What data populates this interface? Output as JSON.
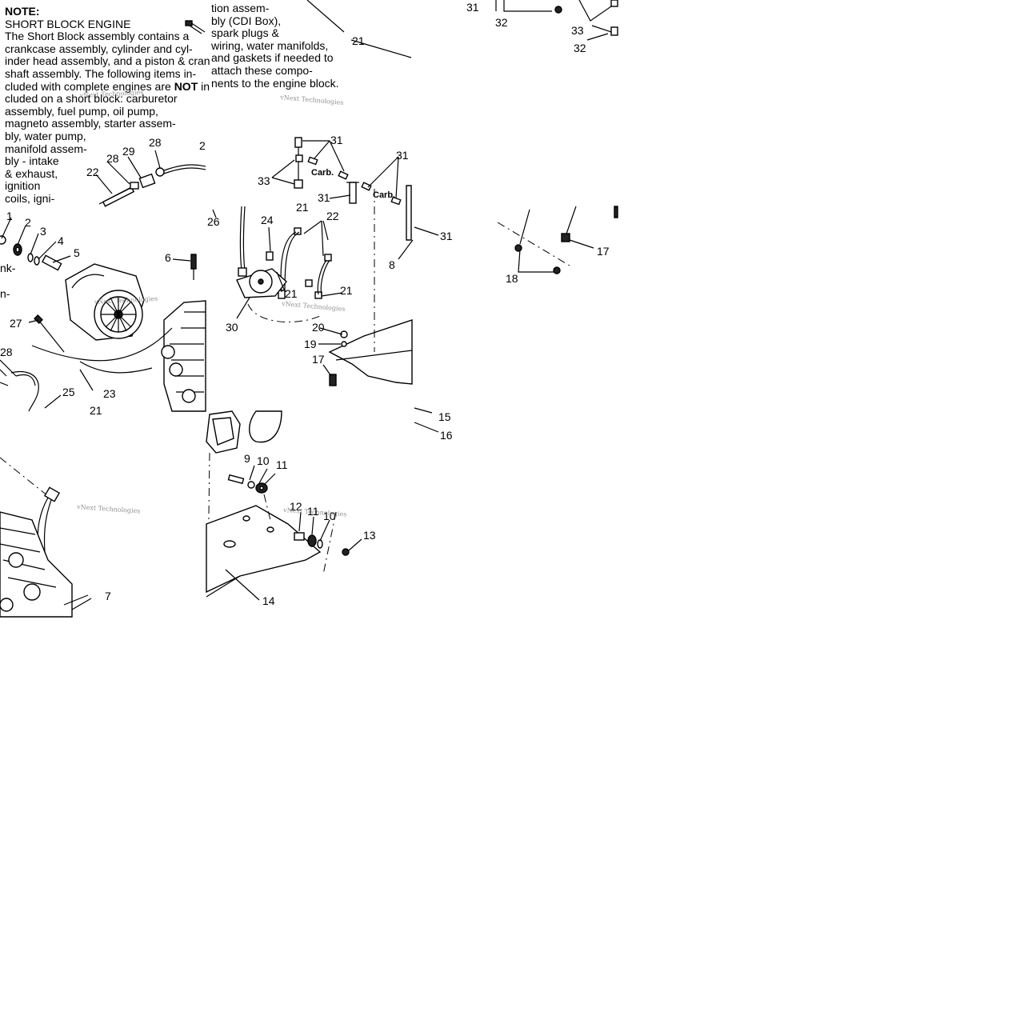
{
  "note": {
    "heading": "NOTE:",
    "subheading": "SHORT BLOCK ENGINE",
    "lines": [
      "The Short Block assembly contains a",
      "crankcase assembly, cylinder and cyl-",
      "inder head assembly, and a piston & cran",
      "shaft assembly.  The following items in-",
      "cluded with complete engines are ",
      "cluded on a short block: carburetor",
      "assembly, fuel pump, oil pump,",
      "magneto assembly, starter assem-",
      "bly, water pump,",
      "manifold assem-",
      "bly - intake",
      "& exhaust,",
      "ignition",
      "coils, igni-"
    ],
    "not_word": "NOT",
    "line5_tail": " in",
    "continuation": [
      "tion assem-",
      "bly (CDI Box),",
      "spark plugs &",
      "wiring, water manifolds,",
      "and gaskets if needed to",
      "attach these compo-",
      "nents to the engine block."
    ]
  },
  "watermark": "vNext Technologies",
  "carb_label": "Carb.",
  "partial_labels": [
    "nk-",
    "n-",
    "2"
  ],
  "callouts": [
    {
      "id": "c1",
      "text": "1"
    },
    {
      "id": "c2",
      "text": "2"
    },
    {
      "id": "c3",
      "text": "3"
    },
    {
      "id": "c4",
      "text": "4"
    },
    {
      "id": "c5",
      "text": "5"
    },
    {
      "id": "c6",
      "text": "6"
    },
    {
      "id": "c7",
      "text": "7"
    },
    {
      "id": "c8",
      "text": "8"
    },
    {
      "id": "c9",
      "text": "9"
    },
    {
      "id": "c10",
      "text": "10"
    },
    {
      "id": "c11",
      "text": "11"
    },
    {
      "id": "c12",
      "text": "12"
    },
    {
      "id": "c10b",
      "text": "10"
    },
    {
      "id": "c11b",
      "text": "11"
    },
    {
      "id": "c13",
      "text": "13"
    },
    {
      "id": "c14",
      "text": "14"
    },
    {
      "id": "c15",
      "text": "15"
    },
    {
      "id": "c16",
      "text": "16"
    },
    {
      "id": "c17a",
      "text": "17"
    },
    {
      "id": "c17b",
      "text": "17"
    },
    {
      "id": "c18",
      "text": "18"
    },
    {
      "id": "c19",
      "text": "19"
    },
    {
      "id": "c20",
      "text": "20"
    },
    {
      "id": "c21a",
      "text": "21"
    },
    {
      "id": "c21b",
      "text": "21"
    },
    {
      "id": "c21c",
      "text": "21"
    },
    {
      "id": "c21d",
      "text": "21"
    },
    {
      "id": "c21e",
      "text": "21"
    },
    {
      "id": "c22a",
      "text": "22"
    },
    {
      "id": "c22b",
      "text": "22"
    },
    {
      "id": "c23",
      "text": "23"
    },
    {
      "id": "c24",
      "text": "24"
    },
    {
      "id": "c25",
      "text": "25"
    },
    {
      "id": "c26",
      "text": "26"
    },
    {
      "id": "c27",
      "text": "27"
    },
    {
      "id": "c28a",
      "text": "28"
    },
    {
      "id": "c28b",
      "text": "28"
    },
    {
      "id": "c28c",
      "text": "28"
    },
    {
      "id": "c29",
      "text": "29"
    },
    {
      "id": "c30",
      "text": "30"
    },
    {
      "id": "c31a",
      "text": "31"
    },
    {
      "id": "c31b",
      "text": "31"
    },
    {
      "id": "c31c",
      "text": "31"
    },
    {
      "id": "c31d",
      "text": "31"
    },
    {
      "id": "c31e",
      "text": "31"
    },
    {
      "id": "c32a",
      "text": "32"
    },
    {
      "id": "c32b",
      "text": "32"
    },
    {
      "id": "c33a",
      "text": "33"
    },
    {
      "id": "c33b",
      "text": "33"
    }
  ]
}
